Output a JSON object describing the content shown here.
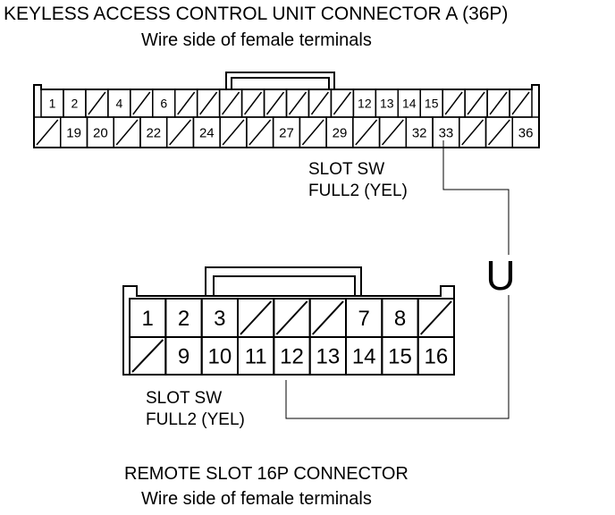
{
  "connector_a": {
    "title": "KEYLESS ACCESS CONTROL UNIT CONNECTOR A (36P)",
    "subtitle": "Wire side of female terminals",
    "top_row": [
      "1",
      "2",
      "",
      "4",
      "",
      "6",
      "",
      "",
      "",
      "",
      "",
      "",
      "",
      "",
      "12",
      "13",
      "14",
      "15",
      "",
      "",
      "",
      ""
    ],
    "bottom_row": [
      "",
      "19",
      "20",
      "",
      "22",
      "",
      "24",
      "",
      "",
      "27",
      "",
      "29",
      "",
      "",
      "32",
      "33",
      "",
      "",
      "36"
    ],
    "wire_label_line1": "SLOT SW",
    "wire_label_line2": "FULL2 (YEL)"
  },
  "connector_b": {
    "title": "REMOTE SLOT 16P CONNECTOR",
    "subtitle": "Wire side of female terminals",
    "top_row": [
      "1",
      "2",
      "3",
      "",
      "",
      "",
      "7",
      "8",
      ""
    ],
    "bottom_row": [
      "",
      "9",
      "10",
      "11",
      "12",
      "13",
      "14",
      "15",
      "16"
    ],
    "wire_label_line1": "SLOT SW",
    "wire_label_line2": "FULL2 (YEL)"
  },
  "junction_symbol": "U"
}
